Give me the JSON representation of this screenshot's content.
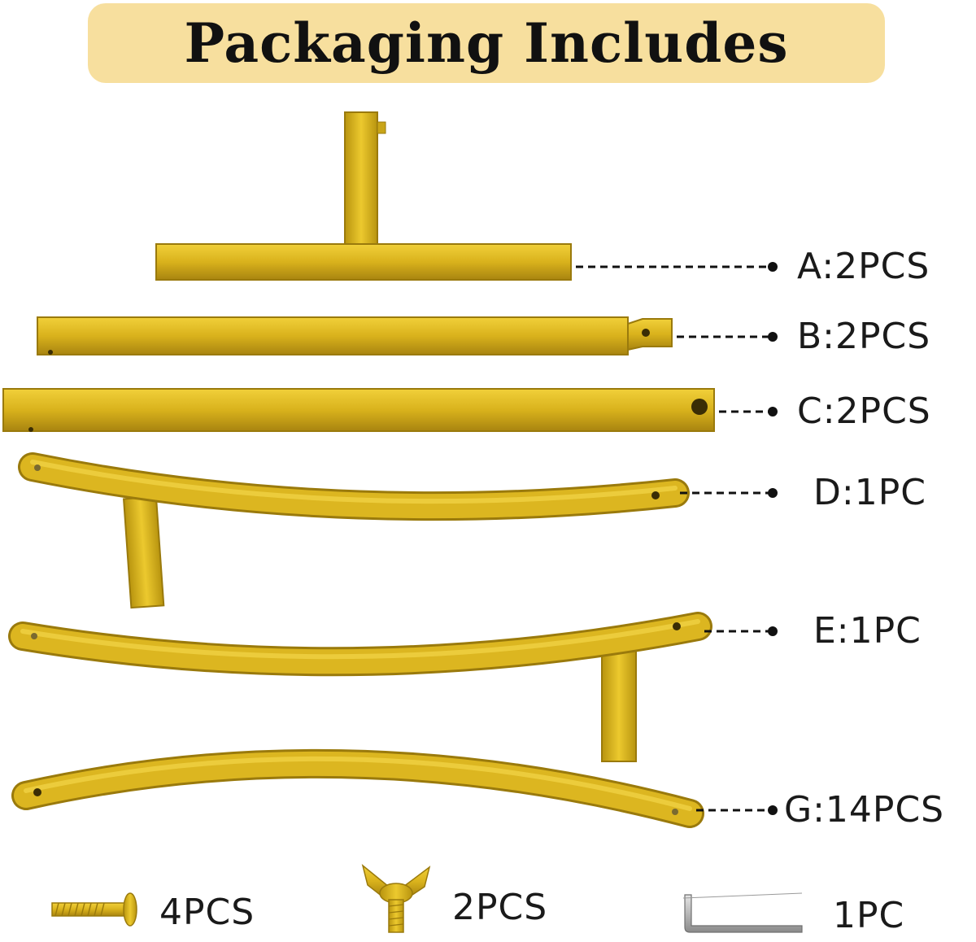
{
  "title": "Packaging Includes",
  "parts": [
    {
      "id": "A",
      "label": "A:2PCS"
    },
    {
      "id": "B",
      "label": "B:2PCS"
    },
    {
      "id": "C",
      "label": "C:2PCS"
    },
    {
      "id": "D",
      "label": "D:1PC"
    },
    {
      "id": "E",
      "label": "E:1PC"
    },
    {
      "id": "G",
      "label": "G:14PCS"
    }
  ],
  "accessories": [
    {
      "name": "bolt",
      "label": "4PCS"
    },
    {
      "name": "wing-nut",
      "label": "2PCS"
    },
    {
      "name": "hex-key",
      "label": "1PC"
    }
  ],
  "colors": {
    "gold": "#d9b21c",
    "banner": "#f7df9e",
    "silver": "#b8b8b8"
  }
}
